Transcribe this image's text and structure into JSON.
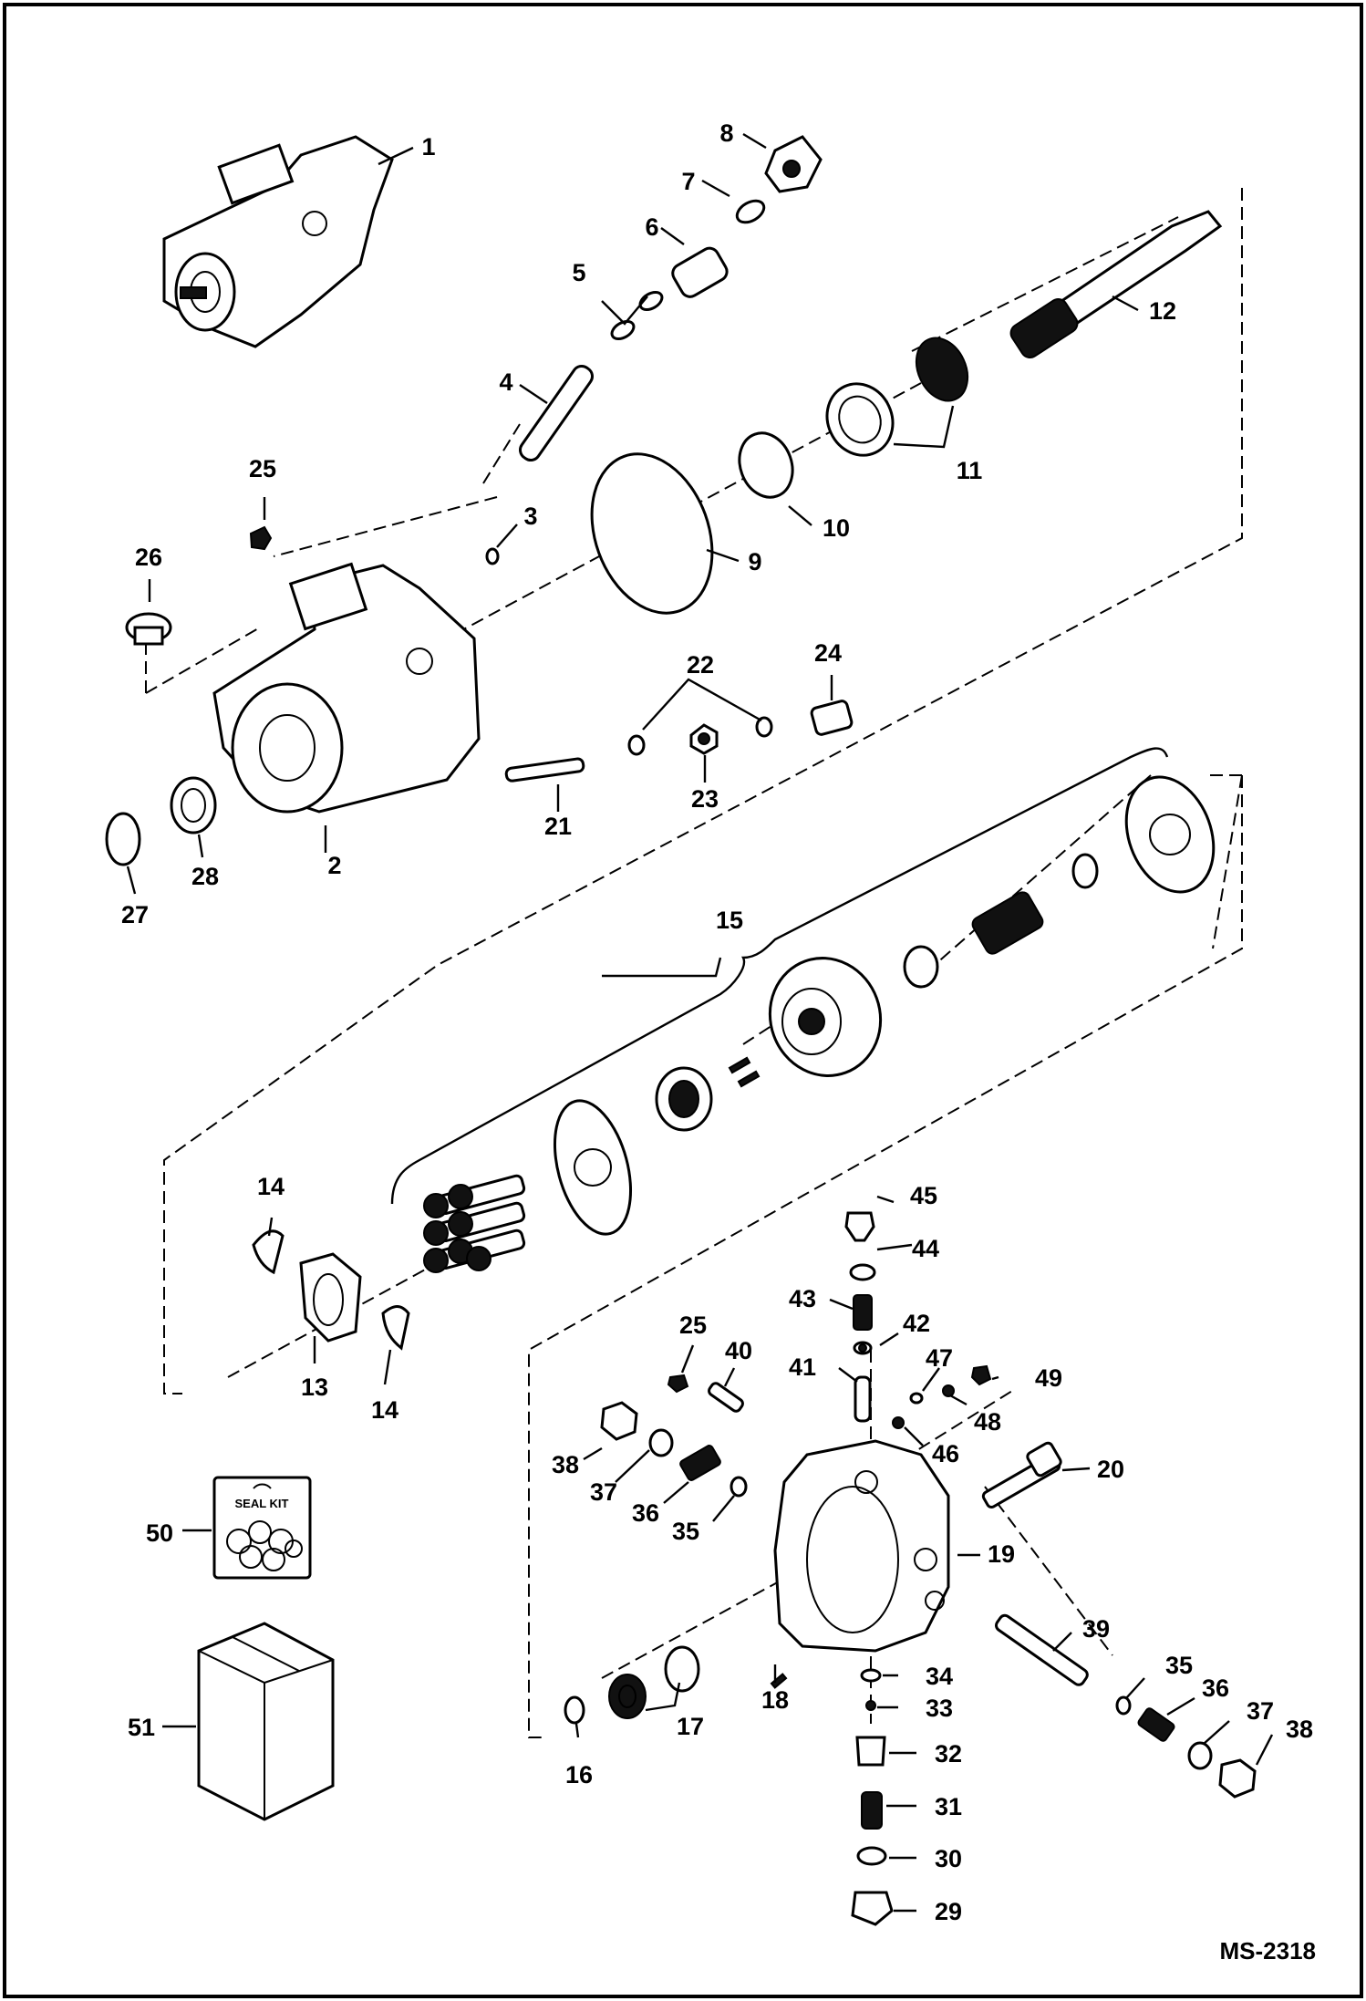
{
  "drawing_id": "MS-2318",
  "seal_kit_label": "SEAL KIT",
  "callouts": [
    {
      "id": "c1",
      "text": "1"
    },
    {
      "id": "c2",
      "text": "2"
    },
    {
      "id": "c3",
      "text": "3"
    },
    {
      "id": "c4",
      "text": "4"
    },
    {
      "id": "c5",
      "text": "5"
    },
    {
      "id": "c6",
      "text": "6"
    },
    {
      "id": "c7",
      "text": "7"
    },
    {
      "id": "c8",
      "text": "8"
    },
    {
      "id": "c9",
      "text": "9"
    },
    {
      "id": "c10",
      "text": "10"
    },
    {
      "id": "c11",
      "text": "11"
    },
    {
      "id": "c12",
      "text": "12"
    },
    {
      "id": "c13",
      "text": "13"
    },
    {
      "id": "c14a",
      "text": "14"
    },
    {
      "id": "c14b",
      "text": "14"
    },
    {
      "id": "c15",
      "text": "15"
    },
    {
      "id": "c16",
      "text": "16"
    },
    {
      "id": "c17",
      "text": "17"
    },
    {
      "id": "c18",
      "text": "18"
    },
    {
      "id": "c19",
      "text": "19"
    },
    {
      "id": "c20",
      "text": "20"
    },
    {
      "id": "c21",
      "text": "21"
    },
    {
      "id": "c22",
      "text": "22"
    },
    {
      "id": "c23",
      "text": "23"
    },
    {
      "id": "c24",
      "text": "24"
    },
    {
      "id": "c25a",
      "text": "25"
    },
    {
      "id": "c25b",
      "text": "25"
    },
    {
      "id": "c26",
      "text": "26"
    },
    {
      "id": "c27",
      "text": "27"
    },
    {
      "id": "c28",
      "text": "28"
    },
    {
      "id": "c29",
      "text": "29"
    },
    {
      "id": "c30",
      "text": "30"
    },
    {
      "id": "c31",
      "text": "31"
    },
    {
      "id": "c32",
      "text": "32"
    },
    {
      "id": "c33",
      "text": "33"
    },
    {
      "id": "c34",
      "text": "34"
    },
    {
      "id": "c35a",
      "text": "35"
    },
    {
      "id": "c35b",
      "text": "35"
    },
    {
      "id": "c36a",
      "text": "36"
    },
    {
      "id": "c36b",
      "text": "36"
    },
    {
      "id": "c37a",
      "text": "37"
    },
    {
      "id": "c37b",
      "text": "37"
    },
    {
      "id": "c38a",
      "text": "38"
    },
    {
      "id": "c38b",
      "text": "38"
    },
    {
      "id": "c39",
      "text": "39"
    },
    {
      "id": "c40",
      "text": "40"
    },
    {
      "id": "c41",
      "text": "41"
    },
    {
      "id": "c42",
      "text": "42"
    },
    {
      "id": "c43",
      "text": "43"
    },
    {
      "id": "c44",
      "text": "44"
    },
    {
      "id": "c45",
      "text": "45"
    },
    {
      "id": "c46",
      "text": "46"
    },
    {
      "id": "c47",
      "text": "47"
    },
    {
      "id": "c48",
      "text": "48"
    },
    {
      "id": "c49",
      "text": "49"
    },
    {
      "id": "c50",
      "text": "50"
    },
    {
      "id": "c51",
      "text": "51"
    }
  ]
}
